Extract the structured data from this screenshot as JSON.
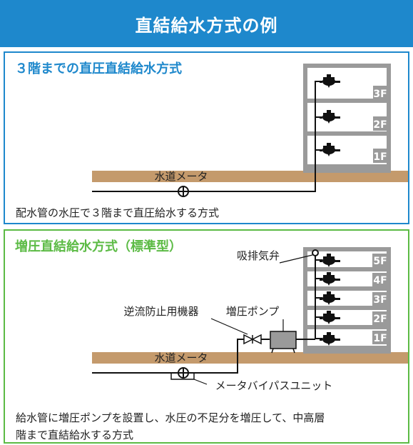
{
  "header": {
    "title": "直結給水方式の例"
  },
  "panel1": {
    "title": "３階までの直圧直結給水方式",
    "floors": [
      "3F",
      "2F",
      "1F"
    ],
    "meter_label": "水道メータ",
    "description": "配水管の水圧で３階まで直圧給水する方式"
  },
  "panel2": {
    "title": "増圧直結給水方式（標準型）",
    "floors": [
      "5F",
      "4F",
      "3F",
      "2F",
      "1F"
    ],
    "air_valve_label": "吸排気弁",
    "backflow_label": "逆流防止用機器",
    "pump_label": "増圧ポンプ",
    "meter_label": "水道メータ",
    "bypass_label": "メータバイパスユニット",
    "description_line1": "給水管に増圧ポンプを設置し、水圧の不足分を増圧して、中高層",
    "description_line2": "階まで直結給水する方式"
  },
  "colors": {
    "header": "#1e88cc",
    "panel1_border": "#1e88cc",
    "panel2_border": "#5cbb45",
    "ground": "#c49a6c",
    "building_frame": "#9a9a9a",
    "floor_label": "#ffffff"
  }
}
